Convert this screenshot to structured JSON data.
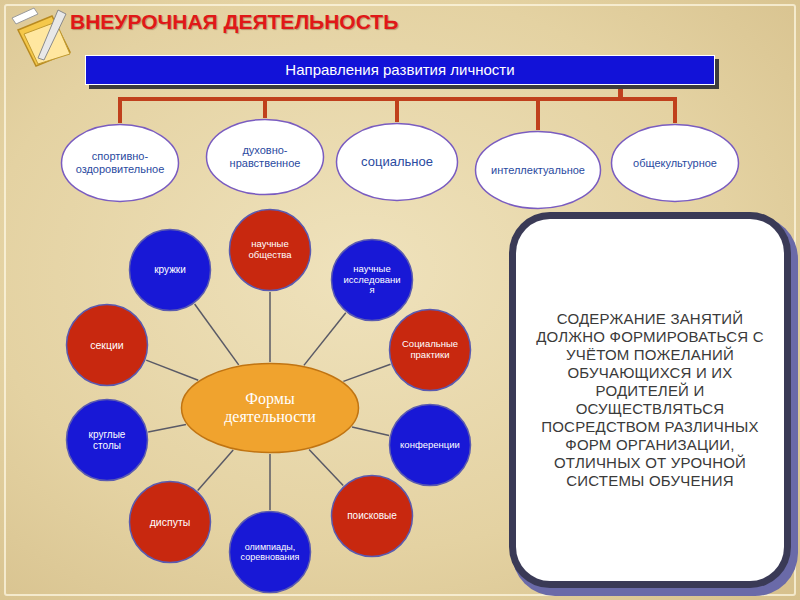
{
  "diagram": {
    "title": "ВНЕУРОЧНАЯ ДЕЯТЕЛЬНОСТЬ",
    "nodes": [
      {
        "text": [
          "Направления развития личности"
        ]
      },
      {
        "text": [
          "спортивно-оздоровительное"
        ]
      },
      {
        "text": [
          "духовно-нравственное"
        ]
      },
      {
        "text": [
          "социальное"
        ]
      },
      {
        "text": [
          "интеллектуальное"
        ]
      },
      {
        "text": [
          "общекультурное"
        ]
      },
      {
        "text": [
          "Формы деятельности"
        ]
      },
      {
        "text": [
          "научные общества"
        ]
      },
      {
        "text": [
          "научные исследования"
        ]
      },
      {
        "text": [
          "Социальные практики"
        ]
      },
      {
        "text": [
          "конференции"
        ]
      },
      {
        "text": [
          "поисковые"
        ]
      },
      {
        "text": [
          "олимпиады, соревнования"
        ]
      },
      {
        "text": [
          "диспуты"
        ]
      },
      {
        "text": [
          "круглые столы"
        ]
      },
      {
        "text": [
          "секции"
        ]
      },
      {
        "text": [
          "кружки"
        ]
      },
      {
        "text": [
          "СОДЕРЖАНИЕ ЗАНЯТИЙ ДОЛЖНО ФОРМИРОВАТЬСЯ С УЧЁТОМ ПОЖЕЛАНИЙ ОБУЧАЮЩИХСЯ И ИХ РОДИТЕЛЕЙ И ОСУЩЕСТВЛЯТЬСЯ ПОСРЕДСТВОМ РАЗЛИЧНЫХ ФОРМ ОРГАНИЗАЦИИ, ОТЛИЧНЫХ ОТ УРОЧНОЙ СИСТЕМЫ ОБУЧЕНИЯ"
        ]
      }
    ],
    "edges": [
      {
        "from": 0,
        "to": 1,
        "arrow": "none"
      },
      {
        "from": 0,
        "to": 2,
        "arrow": "none"
      },
      {
        "from": 0,
        "to": 3,
        "arrow": "none"
      },
      {
        "from": 0,
        "to": 4,
        "arrow": "none"
      },
      {
        "from": 0,
        "to": 5,
        "arrow": "none"
      },
      {
        "from": 6,
        "to": 7,
        "arrow": "none"
      },
      {
        "from": 6,
        "to": 8,
        "arrow": "none"
      },
      {
        "from": 6,
        "to": 9,
        "arrow": "none"
      },
      {
        "from": 6,
        "to": 10,
        "arrow": "none"
      },
      {
        "from": 6,
        "to": 11,
        "arrow": "none"
      },
      {
        "from": 6,
        "to": 12,
        "arrow": "none"
      },
      {
        "from": 6,
        "to": 13,
        "arrow": "none"
      },
      {
        "from": 6,
        "to": 14,
        "arrow": "none"
      },
      {
        "from": 6,
        "to": 15,
        "arrow": "none"
      },
      {
        "from": 6,
        "to": 16,
        "arrow": "none"
      }
    ]
  }
}
